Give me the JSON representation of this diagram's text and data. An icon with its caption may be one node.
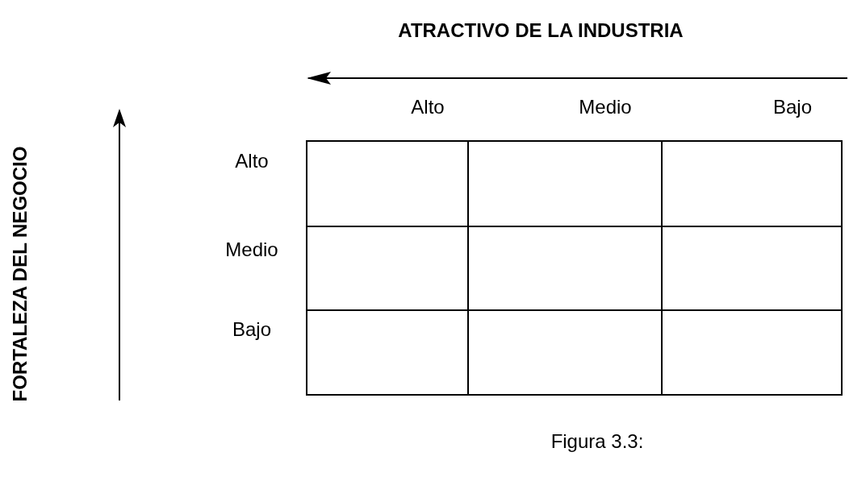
{
  "diagram": {
    "title": "ATRACTIVO DE LA INDUSTRIA",
    "caption": "Figura 3.3:",
    "labels": [
      "FORTALEZA DEL NEGOCIO",
      "Alto",
      "Medio",
      "Bajo",
      "Alto",
      "Medio",
      "Bajo"
    ]
  }
}
